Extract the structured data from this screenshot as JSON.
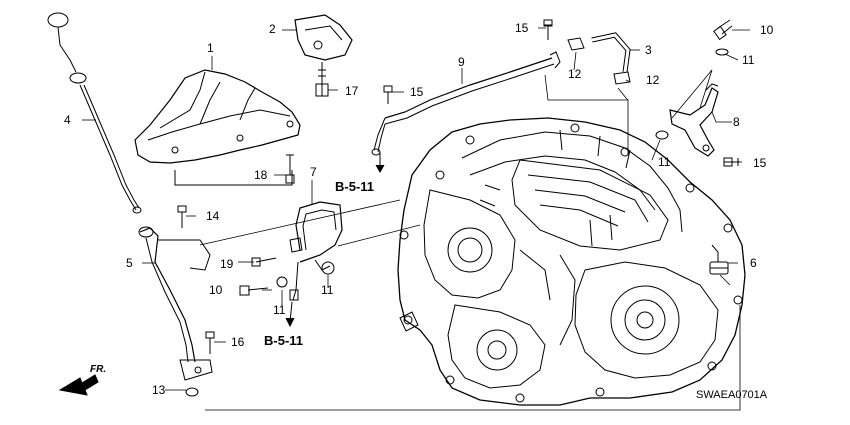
{
  "diagram": {
    "callouts": [
      {
        "id": "c1",
        "label": "1"
      },
      {
        "id": "c2",
        "label": "2"
      },
      {
        "id": "c3",
        "label": "3"
      },
      {
        "id": "c4",
        "label": "4"
      },
      {
        "id": "c5",
        "label": "5"
      },
      {
        "id": "c6",
        "label": "6"
      },
      {
        "id": "c7",
        "label": "7"
      },
      {
        "id": "c8",
        "label": "8"
      },
      {
        "id": "c9",
        "label": "9"
      },
      {
        "id": "c10a",
        "label": "10"
      },
      {
        "id": "c10b",
        "label": "10"
      },
      {
        "id": "c11a",
        "label": "11"
      },
      {
        "id": "c11b",
        "label": "11"
      },
      {
        "id": "c11c",
        "label": "11"
      },
      {
        "id": "c11d",
        "label": "11"
      },
      {
        "id": "c12a",
        "label": "12"
      },
      {
        "id": "c12b",
        "label": "12"
      },
      {
        "id": "c13",
        "label": "13"
      },
      {
        "id": "c14",
        "label": "14"
      },
      {
        "id": "c15a",
        "label": "15"
      },
      {
        "id": "c15b",
        "label": "15"
      },
      {
        "id": "c15c",
        "label": "15"
      },
      {
        "id": "c16",
        "label": "16"
      },
      {
        "id": "c17",
        "label": "17"
      },
      {
        "id": "c18",
        "label": "18"
      },
      {
        "id": "c19",
        "label": "19"
      }
    ],
    "references": [
      {
        "id": "ref1",
        "label": "B-5-11"
      },
      {
        "id": "ref2",
        "label": "B-5-11"
      }
    ],
    "front_indicator": "FR.",
    "diagram_code": "SWAEA0701A"
  }
}
